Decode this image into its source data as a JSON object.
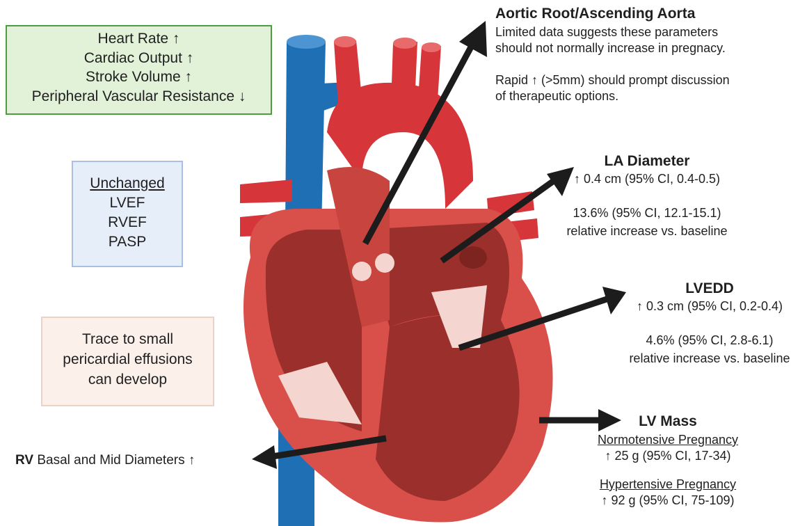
{
  "summary_box": {
    "lines": [
      "Heart Rate ↑",
      "Cardiac Output ↑",
      "Stroke Volume ↑",
      "Peripheral Vascular Resistance ↓"
    ]
  },
  "unchanged_box": {
    "heading": "Unchanged",
    "items": [
      "LVEF",
      "RVEF",
      "PASP"
    ]
  },
  "effusion_box": {
    "lines": [
      "Trace to small",
      "pericardial effusions",
      "can develop"
    ]
  },
  "aortic_root": {
    "title": "Aortic Root/Ascending Aorta",
    "line1": "Limited data suggests these parameters",
    "line2": "should not normally increase in pregnacy.",
    "line3": "Rapid ↑ (>5mm) should prompt discussion",
    "line4": "of therapeutic options."
  },
  "la_diameter": {
    "title": "LA Diameter",
    "value": "↑ 0.4 cm (95% CI, 0.4-0.5)",
    "relative": "13.6% (95% CI, 12.1-15.1)",
    "relative_note": "relative increase vs. baseline"
  },
  "lvedd": {
    "title": "LVEDD",
    "value": "↑ 0.3 cm (95% CI, 0.2-0.4)",
    "relative": "4.6% (95% CI, 2.8-6.1)",
    "relative_note": "relative increase vs. baseline"
  },
  "lv_mass": {
    "title": "LV Mass",
    "normotensive_label": "Normotensive Pregnancy",
    "normotensive_value": "↑ 25 g (95% CI, 17-34)",
    "hypertensive_label": "Hypertensive Pregnancy",
    "hypertensive_value": "↑ 92 g (95% CI, 75-109)"
  },
  "rv": {
    "bold": "RV",
    "text": " Basal and Mid Diameters ↑"
  },
  "colors": {
    "vein_blue": "#1f6fb5",
    "artery_red": "#d6353a",
    "myocardium": "#c8443f",
    "chamber": "#9b2f2b",
    "arrow": "#1c1c1c"
  },
  "icons": [
    "heart-illustration",
    "arrow-icon"
  ]
}
